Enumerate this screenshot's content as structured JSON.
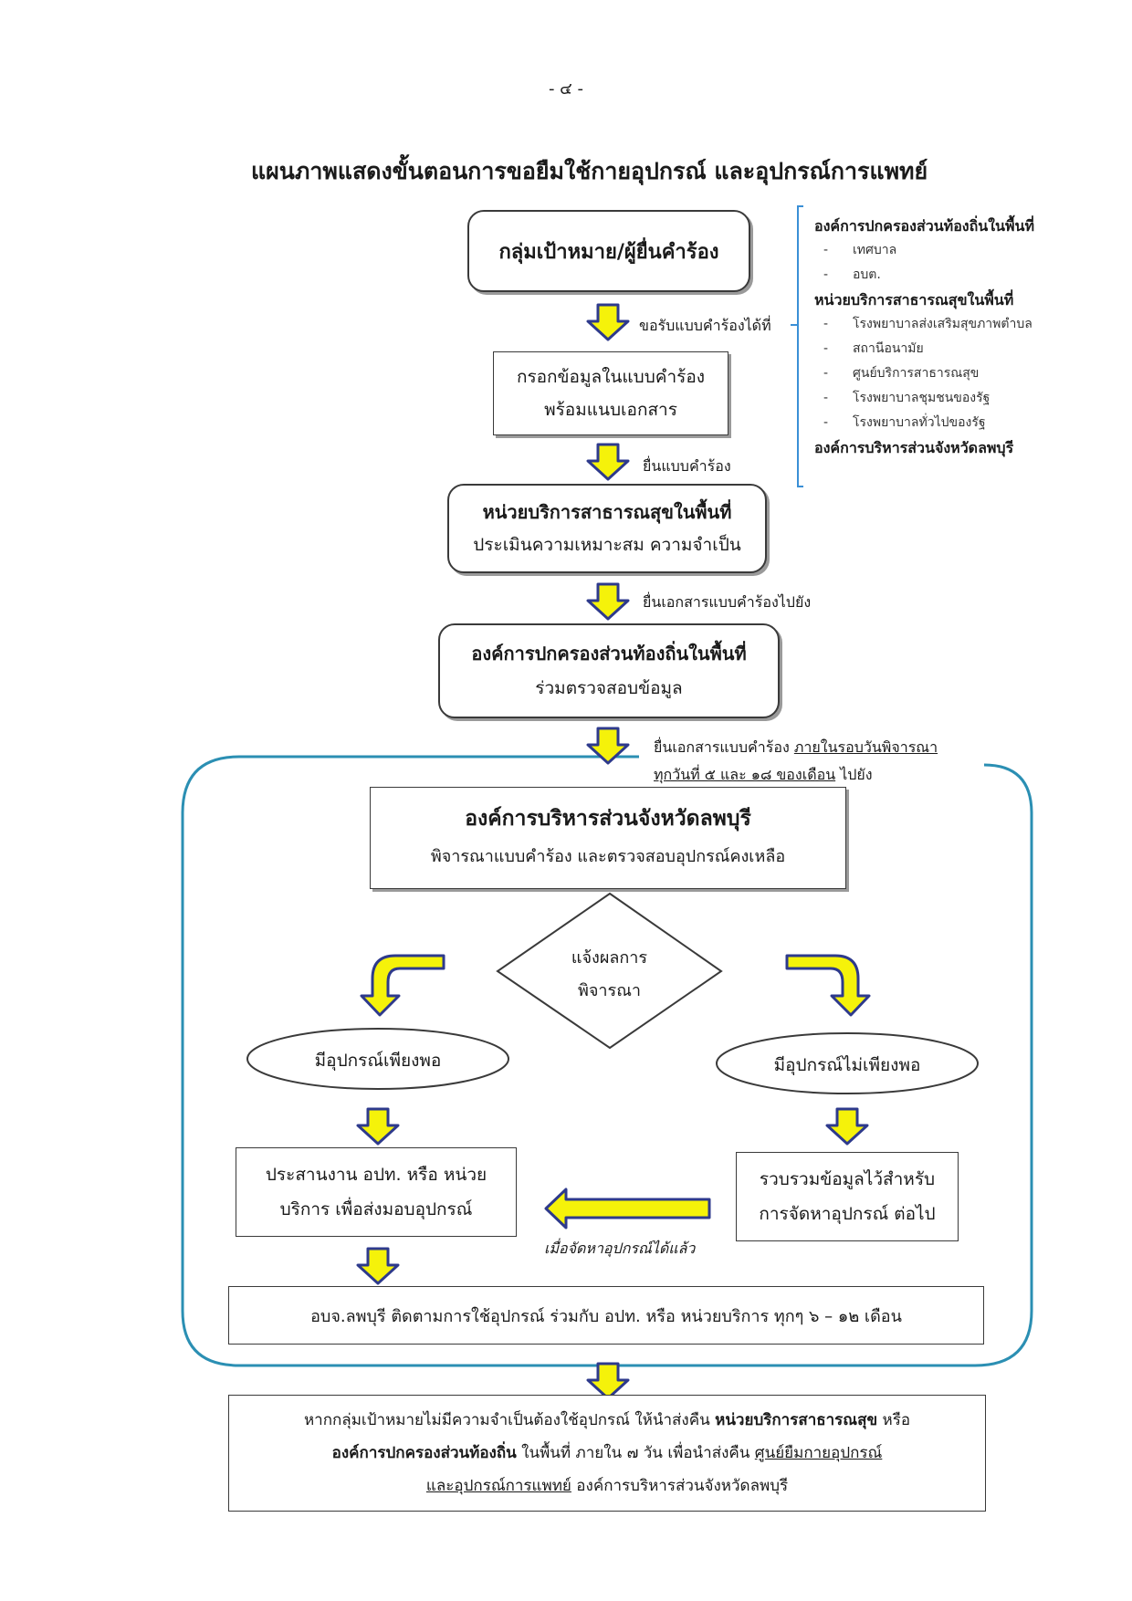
{
  "page_number": "- ๔ -",
  "title": "แผนภาพแสดงขั้นตอนการขอยืมใช้กายอุปกรณ์ และอุปกรณ์การแพทย์",
  "colors": {
    "arrow_fill": "#f5f20a",
    "arrow_stroke": "#2e3a8c",
    "frame": "#2b8fb3"
  },
  "steps": {
    "applicant": "กลุ่มเป้าหมาย/ผู้ยื่นคำร้อง",
    "arrow1_label": "ขอรับแบบคำร้องได้ที่",
    "fill_form_line1": "กรอกข้อมูลในแบบคำร้อง",
    "fill_form_line2": "พร้อมแนบเอกสาร",
    "arrow2_label": "ยื่นแบบคำร้อง",
    "health_unit_line1": "หน่วยบริการสาธารณสุขในพื้นที่",
    "health_unit_line2": "ประเมินความเหมาะสม ความจำเป็น",
    "arrow3_label": "ยื่นเอกสารแบบคำร้องไปยัง",
    "local_gov_line1": "องค์การปกครองส่วนท้องถิ่นในพื้นที่",
    "local_gov_line2": "ร่วมตรวจสอบข้อมูล",
    "arrow4_label_a": "ยื่นเอกสารแบบคำร้อง ",
    "arrow4_label_b": "ภายในรอบวันพิจารณา",
    "arrow4_label_c": "ทุกวันที่ ๕ และ ๑๘ ของเดือน",
    "arrow4_label_d": " ไปยัง",
    "pao_line1": "องค์การบริหารส่วนจังหวัดลพบุรี",
    "pao_line2": "พิจารณาแบบคำร้อง และตรวจสอบอุปกรณ์คงเหลือ",
    "decision_line1": "แจ้งผลการ",
    "decision_line2": "พิจารณา",
    "sufficient": "มีอุปกรณ์เพียงพอ",
    "insufficient": "มีอุปกรณ์ไม่เพียงพอ",
    "coordinate_line1": "ประสานงาน อปท. หรือ หน่วย",
    "coordinate_line2": "บริการ เพื่อส่งมอบอุปกรณ์",
    "collect_line1": "รวบรวมข้อมูลไว้สำหรับ",
    "collect_line2": "การจัดหาอุปกรณ์ ต่อไป",
    "when_procured": "เมื่อจัดหาอุปกรณ์ได้แล้ว",
    "follow_up": "อบจ.ลพบุรี ติดตามการใช้อุปกรณ์ ร่วมกับ อปท. หรือ หน่วยบริการ ทุกๆ ๖ – ๑๒ เดือน",
    "return_1a": "หากกลุ่มเป้าหมายไม่มีความจำเป็นต้องใช้อุปกรณ์ ให้นำส่งคืน ",
    "return_1b": "หน่วยบริการสาธารณสุข",
    "return_1c": " หรือ",
    "return_2a": "องค์การปกครองส่วนท้องถิ่น",
    "return_2b": " ในพื้นที่ ภายใน ๗ วัน เพื่อนำส่งคืน ",
    "return_2c": "ศูนย์ยืมกายอุปกรณ์",
    "return_3a": "และอุปกรณ์การแพทย์",
    "return_3b": " องค์การบริหารส่วนจังหวัดลพบุรี"
  },
  "sidebar": {
    "group1_title": "องค์การปกครองส่วนท้องถิ่นในพื้นที่",
    "group1_items": [
      "เทศบาล",
      "อบต."
    ],
    "group2_title": "หน่วยบริการสาธารณสุขในพื้นที่",
    "group2_items": [
      "โรงพยาบาลส่งเสริมสุขภาพตำบล",
      "สถานีอนามัย",
      "ศูนย์บริการสาธารณสุข",
      "โรงพยาบาลชุมชนของรัฐ",
      "โรงพยาบาลทั่วไปของรัฐ"
    ],
    "group3_title": "องค์การบริหารส่วนจังหวัดลพบุรี",
    "dash": "-"
  }
}
